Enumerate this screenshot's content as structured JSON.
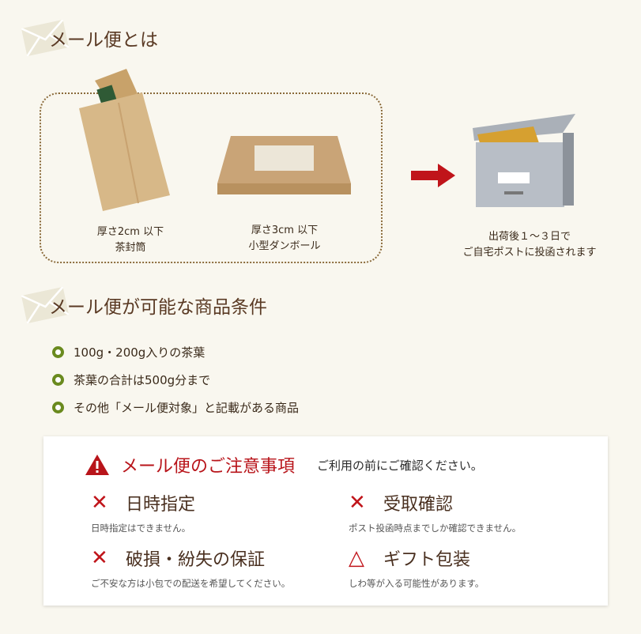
{
  "section1": {
    "title": "メール便とは"
  },
  "items": [
    {
      "line1": "厚さ2cm 以下",
      "line2": "茶封筒"
    },
    {
      "line1": "厚さ3cm 以下",
      "line2": "小型ダンボール"
    }
  ],
  "delivery": {
    "line1": "出荷後１～３日で",
    "line2": "ご自宅ポストに投函されます"
  },
  "section2": {
    "title": "メール便が可能な商品条件",
    "bullets": [
      "100g・200g入りの茶葉",
      "茶葉の合計は500g分まで",
      "その他「メール便対象」と記載がある商品"
    ]
  },
  "notice": {
    "title": "メール便のご注意事項",
    "subtitle": "ご利用の前にご確認ください。",
    "entries": [
      {
        "mark": "✕",
        "title": "日時指定",
        "desc": "日時指定はできません。"
      },
      {
        "mark": "✕",
        "title": "受取確認",
        "desc": "ポスト投函時点までしか確認できません。"
      },
      {
        "mark": "✕",
        "title": "破損・紛失の保証",
        "desc": "ご不安な方は小包での配送を希望してください。"
      },
      {
        "mark": "△",
        "title": "ギフト包装",
        "desc": "しわ等が入る可能性があります。"
      }
    ]
  },
  "colors": {
    "accent": "#b8141a",
    "title": "#5a3a24",
    "bullet": "#6a8a1e"
  }
}
